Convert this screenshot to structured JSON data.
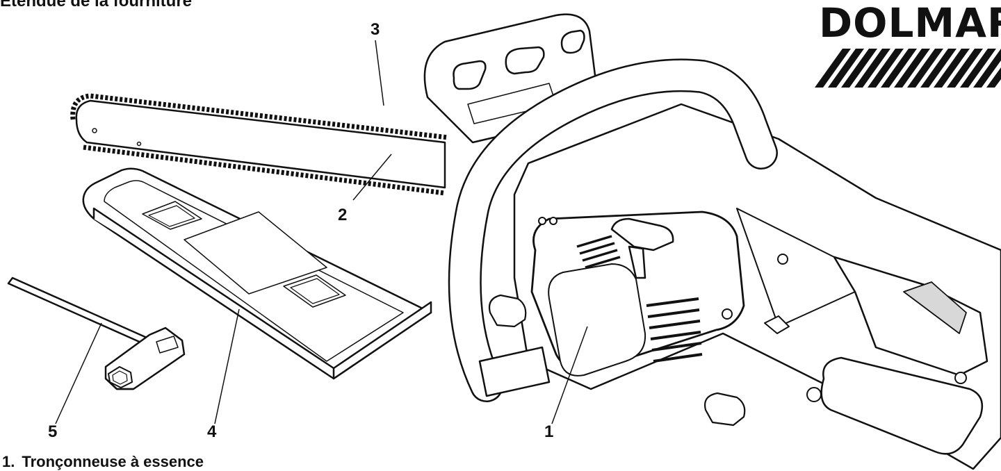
{
  "page": {
    "title": "Étendue de la fourniture"
  },
  "brand": {
    "name": "DOLMAR"
  },
  "callouts": [
    {
      "number": "1"
    },
    {
      "number": "2"
    },
    {
      "number": "3"
    },
    {
      "number": "4"
    },
    {
      "number": "5"
    }
  ],
  "legend": [
    {
      "number": "1.",
      "label": "Tronçonneuse à essence"
    }
  ],
  "colors": {
    "ink": "#111111",
    "paper": "#ffffff",
    "shade": "#d8d8d8"
  }
}
